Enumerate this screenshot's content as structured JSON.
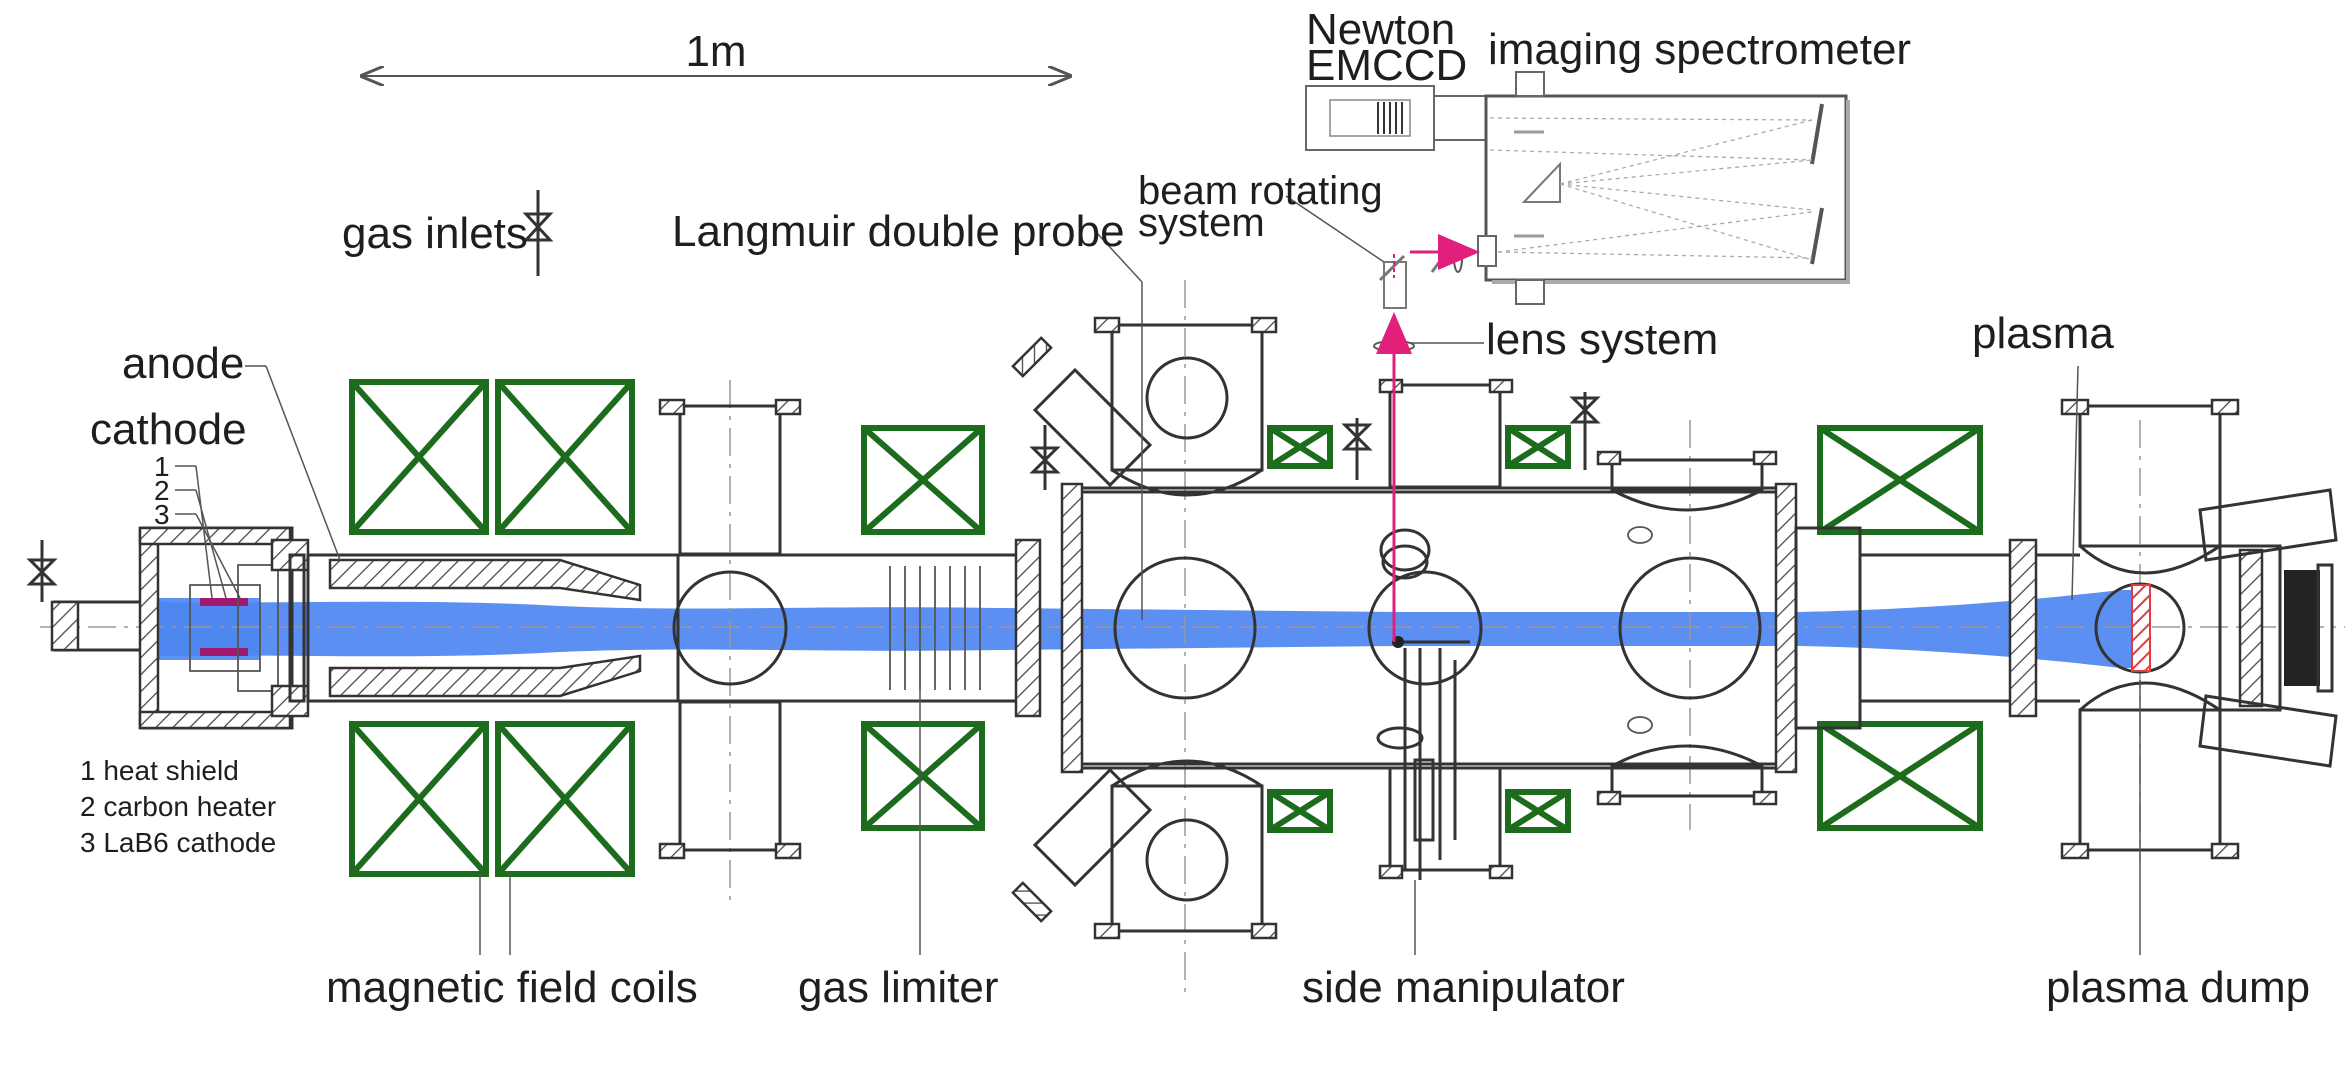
{
  "labels": {
    "scale": "1m",
    "camera_line1": "Newton",
    "camera_line2": "EMCCD",
    "spectrometer": "imaging spectrometer",
    "beam_rot_line1": "beam rotating",
    "beam_rot_line2": "system",
    "gas_inlets": "gas inlets",
    "langmuir": "Langmuir double probe",
    "lens": "lens system",
    "plasma": "plasma",
    "anode": "anode",
    "cathode": "cathode",
    "n1": "1",
    "n2": "2",
    "n3": "3",
    "legend1": "1 heat shield",
    "legend2": "2 carbon heater",
    "legend3": "3 LaB6 cathode",
    "coils": "magnetic field coils",
    "gas_limiter": "gas limiter",
    "side_manipulator": "side manipulator",
    "plasma_dump": "plasma dump"
  },
  "colors": {
    "plasma": "#4d86f0",
    "coil": "#1d6b1d",
    "beam": "#e0207a",
    "dump": "#e23b3b",
    "cathode": "#a01870"
  }
}
